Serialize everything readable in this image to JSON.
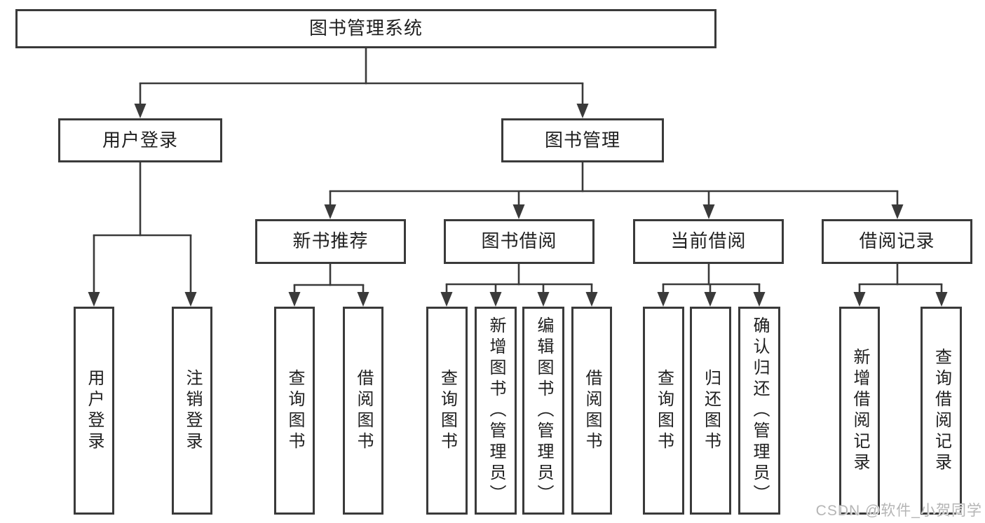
{
  "diagram": {
    "title": "图书管理系统",
    "nodes": [
      {
        "id": "root",
        "label": "图书管理系统"
      },
      {
        "id": "user-login",
        "label": "用户登录"
      },
      {
        "id": "book-management",
        "label": "图书管理"
      },
      {
        "id": "login-action",
        "label": "用户登录"
      },
      {
        "id": "logout-action",
        "label": "注销登录"
      },
      {
        "id": "new-book-recommend",
        "label": "新书推荐"
      },
      {
        "id": "book-borrowing",
        "label": "图书借阅"
      },
      {
        "id": "current-borrowing",
        "label": "当前借阅"
      },
      {
        "id": "borrowing-records",
        "label": "借阅记录"
      },
      {
        "id": "nbr-query-books",
        "label": "查询图书"
      },
      {
        "id": "nbr-borrow-books",
        "label": "借阅图书"
      },
      {
        "id": "bb-query-books",
        "label": "查询图书"
      },
      {
        "id": "bb-add-books",
        "label": "新增图书（管理员）"
      },
      {
        "id": "bb-edit-books",
        "label": "编辑图书（管理员）"
      },
      {
        "id": "bb-borrow-books",
        "label": "借阅图书"
      },
      {
        "id": "cb-query-books",
        "label": "查询图书"
      },
      {
        "id": "cb-return-books",
        "label": "归还图书"
      },
      {
        "id": "cb-confirm-return",
        "label": "确认归还（管理员）"
      },
      {
        "id": "br-add-record",
        "label": "新增借阅记录"
      },
      {
        "id": "br-query-record",
        "label": "查询借阅记录"
      }
    ],
    "line_color": "#3a3a3a",
    "text_color": "#1f1f1f",
    "background_color": "#ffffff"
  },
  "watermark": "CSDN @软件_小贺同学"
}
